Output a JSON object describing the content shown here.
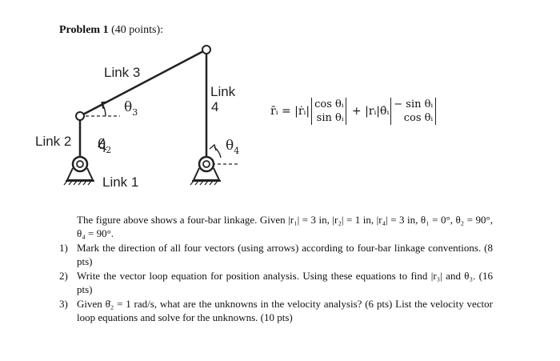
{
  "problem": {
    "title": "Problem 1",
    "points": "(40 points):"
  },
  "figure": {
    "link1": "Link 1",
    "link2": "Link 2",
    "link3": "Link 3",
    "link4_line1": "Link",
    "link4_line2": "4",
    "theta": "θ",
    "theta2_sub": "2",
    "theta3_sub": "3",
    "theta4_sub": "4"
  },
  "equation": {
    "lhs": "r̄ᵢ = |ṙᵢ|",
    "m1_top": "cos θᵢ",
    "m1_bot": "sin θᵢ",
    "mid": " + |rᵢ|θ̇ᵢ",
    "m2_top": "− sin θᵢ",
    "m2_bot": "cos θᵢ"
  },
  "text": {
    "intro": "The figure above shows a four-bar linkage. Given |r₁| = 3 in, |r₂| = 1 in, |r₄| = 3 in, θ₁ = 0°, θ₂ = 90°, θ₄ = 90°.",
    "items": [
      {
        "num": "1)",
        "text": "Mark the direction of all four vectors (using arrows) according to four-bar linkage conventions. (8 pts)"
      },
      {
        "num": "2)",
        "text": "Write the vector loop equation for position analysis. Using these equations to find |r₃| and θ₃. (16 pts)"
      },
      {
        "num": "3)",
        "text": "Given θ̇₂ = 1 rad/s, what are the unknowns in the velocity analysis? (6 pts) List the velocity vector loop equations and solve for the unknowns. (10 pts)"
      }
    ]
  }
}
